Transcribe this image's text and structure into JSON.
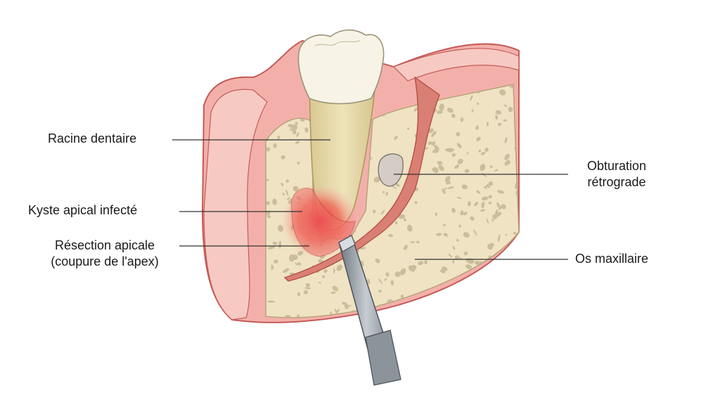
{
  "labels": {
    "racine_dentaire": "Racine dentaire",
    "kyste_apical": "Kyste apical infecté",
    "resection_line1": "Résection apicale",
    "resection_line2": "(coupure de l'apex)",
    "obturation_line1": "Obturation",
    "obturation_line2": "rétrograde",
    "os_maxillaire": "Os maxillaire"
  },
  "colors": {
    "gum": "#f0a9a5",
    "gum_light": "#f7c9c3",
    "bone": "#efe3c3",
    "bone_pore": "#b8a98c",
    "crown": "#f6f1e4",
    "root": "#e6d9ab",
    "infection": "#e8463a",
    "instrument": "#9aa2aa",
    "leader_line": "#333333"
  }
}
